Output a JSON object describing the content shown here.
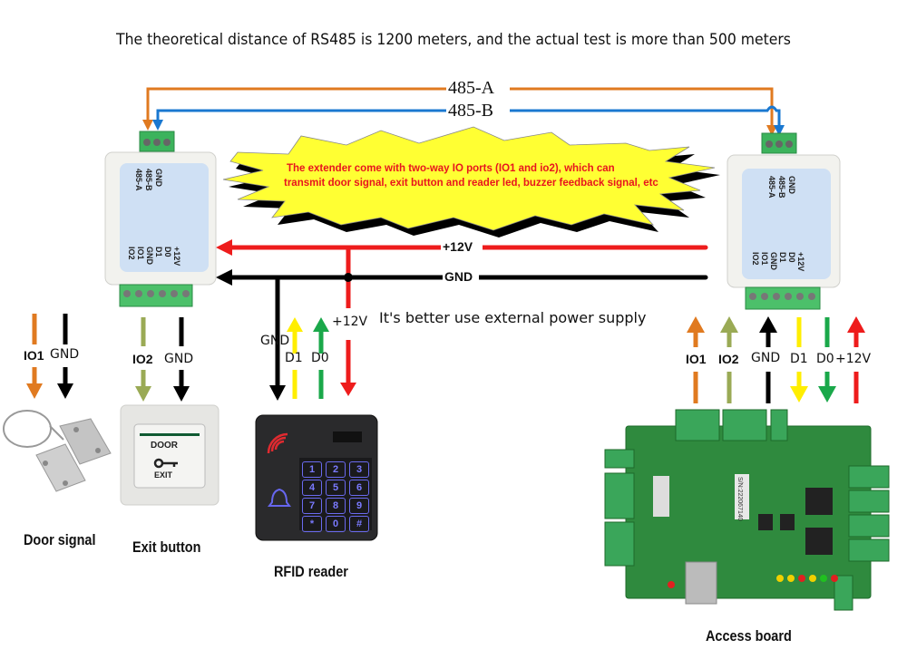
{
  "title": "The theoretical distance of RS485 is 1200 meters, and the actual test is more than 500 meters",
  "bus": {
    "line_a": "485-A",
    "line_b": "485-B",
    "power": "+12V",
    "ground": "GND",
    "colors": {
      "a": "#e07a20",
      "b": "#1a78d0",
      "power": "#ee1c1c",
      "ground": "#000000"
    }
  },
  "callout": {
    "line1": "The extender come with two-way IO ports (IO1 and io2), which can",
    "line2": "transmit door signal, exit button and reader led, buzzer feedback signal, etc",
    "fill": "#ffff33",
    "text_color": "#e8141e"
  },
  "note": "It's better use external power supply",
  "extender_left": {
    "top_labels": [
      "GND",
      "485-B",
      "485-A"
    ],
    "bottom_labels": [
      "+12V",
      "D0",
      "D1",
      "GND",
      "IO1",
      "IO2"
    ]
  },
  "extender_right": {
    "top_labels": [
      "GND",
      "485-B",
      "485-A"
    ],
    "bottom_labels": [
      "+12V",
      "D0",
      "D1",
      "GND",
      "IO1",
      "IO2"
    ]
  },
  "door_signal": {
    "wires": [
      "IO1",
      "GND"
    ],
    "caption": "Door signal"
  },
  "exit_button": {
    "wires": [
      "IO2",
      "GND"
    ],
    "caption": "Exit button",
    "face_top": "DOOR",
    "face_bottom": "EXIT"
  },
  "rfid_reader": {
    "wires": [
      "GND",
      "D1",
      "D0",
      "+12V"
    ],
    "caption": "RFID reader",
    "keys": [
      "1",
      "2",
      "3",
      "4",
      "5",
      "6",
      "7",
      "8",
      "9",
      "*",
      "0",
      "#"
    ]
  },
  "access_board": {
    "wires": [
      "IO1",
      "IO2",
      "GND",
      "D1",
      "D0",
      "+12V"
    ],
    "caption": "Access board",
    "serial": "S/N:222067140"
  }
}
